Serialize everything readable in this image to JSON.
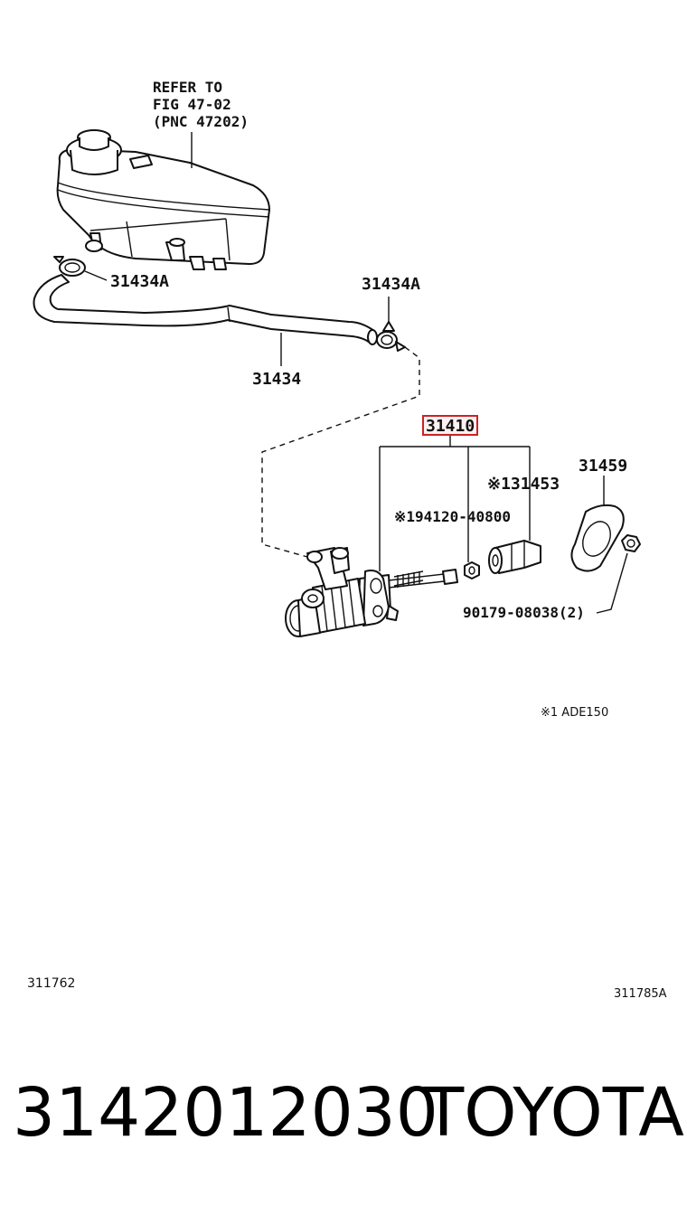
{
  "diagram": {
    "refer_note": [
      "REFER TO",
      "FIG 47-02",
      "(PNC 47202)"
    ],
    "callouts": {
      "hose_clamp_left": "31434A",
      "hose_clamp_right": "31434A",
      "hose": "31434",
      "master_cylinder": "31410",
      "push_rod": "※131453",
      "nut": "※194120-40800",
      "gasket": "31459",
      "bolt": "90179-08038(2)"
    },
    "footnote": "※1 ADE150",
    "code_left": "311762",
    "code_right": "311785A",
    "highlight_color": "#cc2222"
  },
  "footer": {
    "part_number": "3142012030",
    "brand": "TOYOTA"
  }
}
